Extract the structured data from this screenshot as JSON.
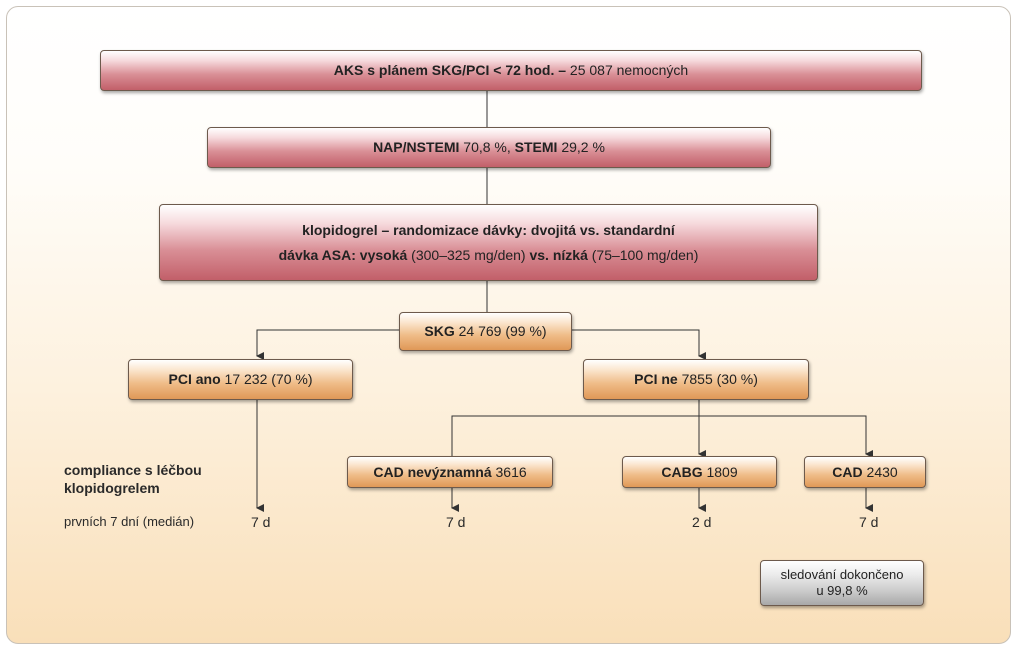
{
  "top": {
    "bold": "AKS s plánem SKG/PCI < 72 hod. –",
    "rest": " 25 087 nemocných"
  },
  "split": {
    "b1": "NAP/NSTEMI",
    "v1": " 70,8 %, ",
    "b2": "STEMI",
    "v2": " 29,2 %"
  },
  "random": {
    "line1": "klopidogrel – randomizace dávky: dvojitá vs. standardní",
    "line2_b1": "dávka ASA: vysoká",
    "line2_v1": " (300–325 mg/den) ",
    "line2_b2": "vs. nízká",
    "line2_v2": " (75–100 mg/den)"
  },
  "skg": {
    "bold": "SKG",
    "rest": " 24 769 (99 %)"
  },
  "pci_yes": {
    "bold": "PCI ano",
    "rest": " 17 232 (70 %)"
  },
  "pci_no": {
    "bold": "PCI ne",
    "rest": " 7855 (30 %)"
  },
  "cad_ns": {
    "bold": "CAD nevýznamná",
    "rest": " 3616"
  },
  "cabg": {
    "bold": "CABG",
    "rest": " 1809"
  },
  "cad": {
    "bold": "CAD",
    "rest": " 2430"
  },
  "compliance": {
    "label_line1": "compliance s léčbou",
    "label_line2": "klopidogrelem",
    "period": "prvních 7 dní (medián)",
    "values": [
      "7 d",
      "7 d",
      "2 d",
      "7 d"
    ]
  },
  "followup": {
    "line1": "sledování dokončeno",
    "line2": "u 99,8 %"
  },
  "colors": {
    "red_box": "#c25f69",
    "orange_box": "#e09857",
    "gray_box": "#a8a8a8",
    "line": "#333333"
  }
}
